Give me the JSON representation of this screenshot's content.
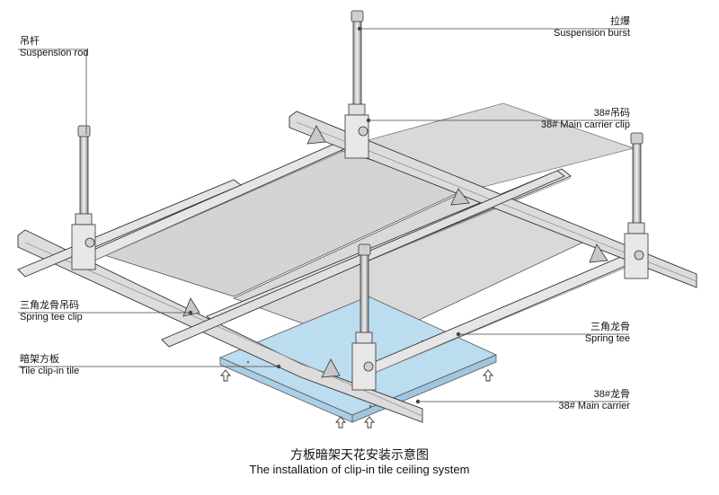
{
  "labels": {
    "suspension_rod": {
      "zh": "吊杆",
      "en": "Suspension rod"
    },
    "suspension_burst": {
      "zh": "拉爆",
      "en": "Suspension burst"
    },
    "main_carrier_clip": {
      "zh": "38#吊码",
      "en": "38# Main carrier clip"
    },
    "spring_tee_clip": {
      "zh": "三角龙骨吊码",
      "en": "Spring tee clip"
    },
    "spring_tee": {
      "zh": "三角龙骨",
      "en": "Spring tee"
    },
    "tile_clip_in": {
      "zh": "暗架方板",
      "en": "Tile clip-in tile"
    },
    "main_carrier": {
      "zh": "38#龙骨",
      "en": "38#  Main carrier"
    }
  },
  "caption": {
    "zh": "方板暗架天花安装示意图",
    "en": "The installation of clip-in tile ceiling system"
  },
  "colors": {
    "tile_blue": "#bcdcef",
    "panel_grey": "#d6d6d6",
    "metal": "#e2e2e2",
    "line": "#222222"
  }
}
